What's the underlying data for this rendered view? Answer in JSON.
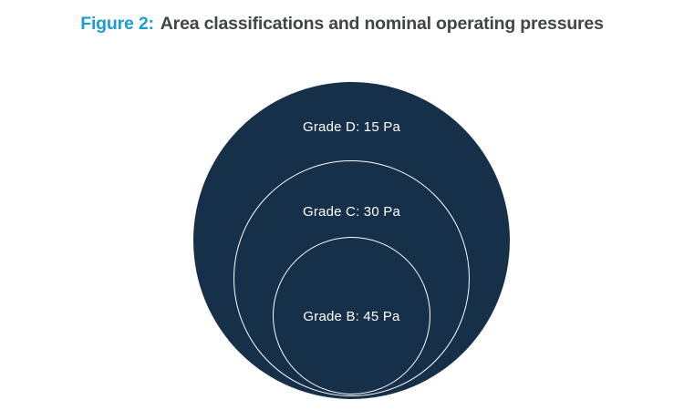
{
  "figure": {
    "label": "Figure 2:",
    "title": "Area classifications and nominal operating pressures"
  },
  "diagram": {
    "type": "concentric-rings",
    "rings": [
      {
        "name": "Grade D",
        "pressure_pa": 15,
        "label": "Grade D: 15 Pa"
      },
      {
        "name": "Grade C",
        "pressure_pa": 30,
        "label": "Grade C: 30 Pa"
      },
      {
        "name": "Grade B",
        "pressure_pa": 45,
        "label": "Grade B: 45 Pa"
      }
    ],
    "colors": {
      "ring_fill": "#16304a",
      "ring_outline": "#ffffff",
      "ring_label_text": "#ffffff",
      "figure_label_accent": "#1d9bd5",
      "title_text": "#404548",
      "background": "#ffffff"
    }
  }
}
